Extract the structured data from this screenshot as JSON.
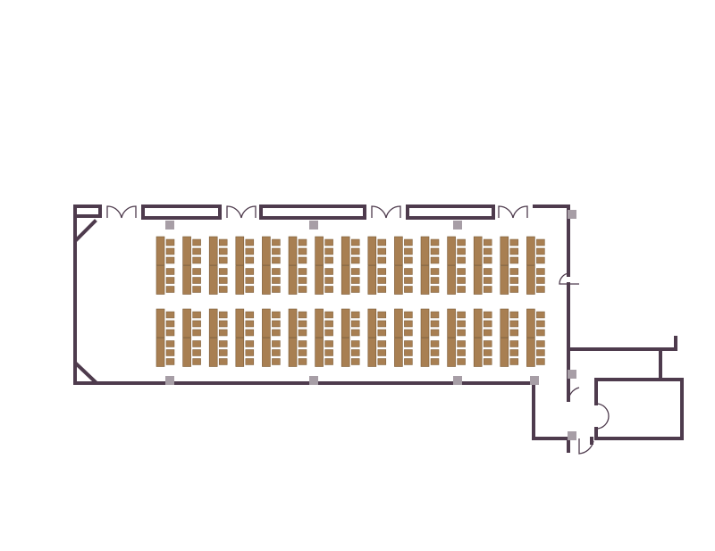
{
  "diagram": {
    "type": "floor-plan",
    "layout": "classroom",
    "colors": {
      "wall": "#4e3b4d",
      "table": "#a87f52",
      "table_edge": "#7a5a36",
      "chair": "#a87f52",
      "pillar": "#a79ea6",
      "window": "#b6cfe0",
      "door": "#4e3b4d",
      "background": "#ffffff"
    },
    "seating": {
      "blocks": 2,
      "columns_per_block": 15,
      "tables_per_column": 2,
      "chairs_per_table": 3
    },
    "icons": [
      "door-swing-icon",
      "pillar-icon",
      "window-icon",
      "table-icon",
      "chair-icon"
    ]
  }
}
